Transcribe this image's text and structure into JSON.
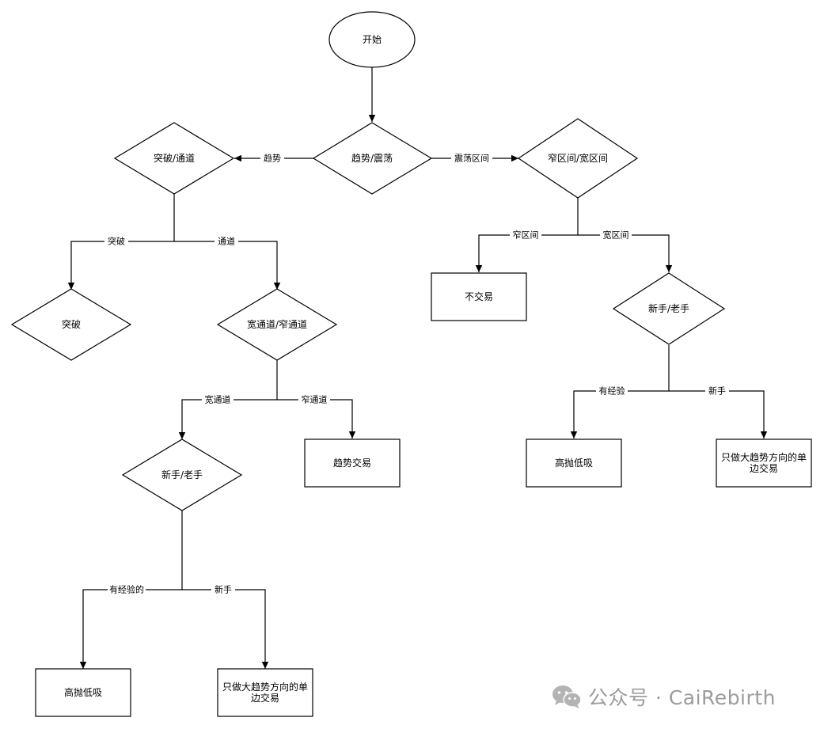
{
  "nodes": {
    "start": "开始",
    "trend_or_range": "趋势/震荡",
    "breakout_or_channel": "突破/通道",
    "narrow_or_wide_range": "窄区间/宽区间",
    "breakout": "突破",
    "wide_or_narrow_channel": "宽通道/窄通道",
    "no_trade": "不交易",
    "novice_or_veteran_range": "新手/老手",
    "novice_or_veteran_channel": "新手/老手",
    "trend_trade": "趋势交易",
    "high_sell_low_buy_range": "高抛低吸",
    "one_side_trade_range_line1": "只做大趋势方向的单",
    "one_side_trade_range_line2": "边交易",
    "high_sell_low_buy_channel": "高抛低吸",
    "one_side_trade_channel_line1": "只做大趋势方向的单",
    "one_side_trade_channel_line2": "边交易"
  },
  "edge_labels": {
    "trend": "趋势",
    "range_interval": "震荡区间",
    "breakout": "突破",
    "channel": "通道",
    "narrow_interval": "窄区间",
    "wide_interval": "宽区间",
    "experienced": "有经验",
    "novice_range": "新手",
    "wide_channel": "宽通道",
    "narrow_channel": "窄通道",
    "experienced_channel": "有经验的",
    "novice_channel": "新手"
  },
  "watermark": {
    "text": "公众号 · CaiRebirth",
    "icon": "wechat-icon",
    "color": "#9c9c9c"
  }
}
